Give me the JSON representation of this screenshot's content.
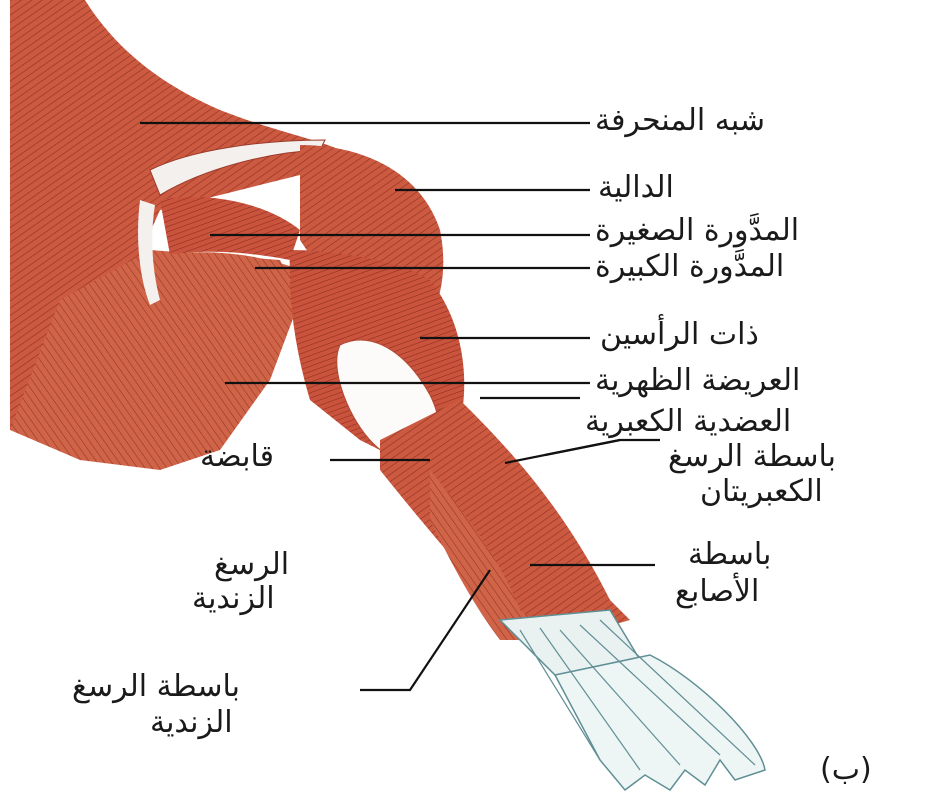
{
  "figure_tag": "(ب)",
  "colors": {
    "muscle": "#c8563f",
    "muscle_light": "#d9745a",
    "fiber": "#8e2f22",
    "tendon": "#e9f1f1",
    "tendon_line": "#5f8f95",
    "leader": "#111111"
  },
  "labels": {
    "trapezius": "شبه المنحرفة",
    "deltoid": "الدالية",
    "teres_minor": "المدَّورة الصغيرة",
    "teres_major": "المدَّورة الكبيرة",
    "biceps": "ذات الرأسين",
    "latissimus": "العريضة الظهرية",
    "brachioradialis": "العضدية الكعبرية",
    "ecr_line1": "باسطة الرسغ",
    "ecr_line2": "الكعبريتان",
    "fcu_line1": "قابضة",
    "fcu_line2": "الرسغ",
    "fcu_line3": "الزندية",
    "ed_line1": "باسطة",
    "ed_line2": "الأصابع",
    "ecu_line1": "باسطة الرسغ",
    "ecu_line2": "الزندية"
  }
}
